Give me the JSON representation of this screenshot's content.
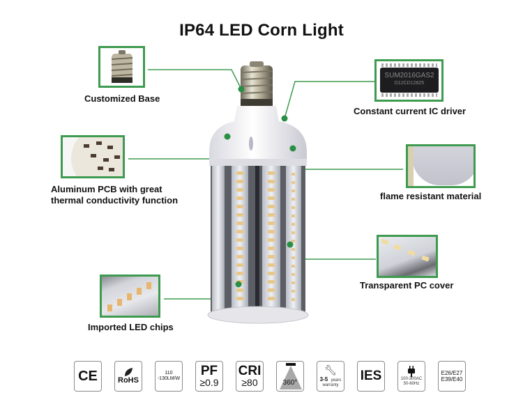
{
  "title": "IP64 LED Corn Light",
  "accent_color": "#3d9a4f",
  "callouts": [
    {
      "label": "Customized Base",
      "image": "lamp-base-thumbnail"
    },
    {
      "label": "Constant current IC driver",
      "image": "ic-chip-thumbnail",
      "chip_text": [
        "SUM2016GAS2",
        "D12CD12825"
      ]
    },
    {
      "label_line1": "Aluminum PCB with great",
      "label_line2": "thermal conductivity function",
      "image": "pcb-thumbnail"
    },
    {
      "label": "flame resistant material",
      "image": "housing-thumbnail"
    },
    {
      "label": "Transparent PC cover",
      "image": "pc-cover-thumbnail"
    },
    {
      "label": "Imported LED chips",
      "image": "led-chips-thumbnail"
    }
  ],
  "badges": [
    {
      "icon": "ce-mark-icon",
      "text": "CE"
    },
    {
      "icon": "rohs-leaf-icon",
      "text": "RoHS"
    },
    {
      "icon": "efficacy-icon",
      "line1": "110",
      "line2": "-130LM/W"
    },
    {
      "icon": "power-factor-icon",
      "line1": "PF",
      "line2": "≥0.9"
    },
    {
      "icon": "cri-icon",
      "line1": "CRI",
      "line2": "≥80"
    },
    {
      "icon": "beam-angle-icon",
      "text": "360°"
    },
    {
      "icon": "wrench-icon",
      "line1": "3-5",
      "line2": "years",
      "line3": "warranty"
    },
    {
      "icon": "ies-icon",
      "text": "IES"
    },
    {
      "icon": "plug-icon",
      "line1": "100-300AC",
      "line2": "50-60Hz"
    },
    {
      "icon": "base-types-icon",
      "line1": "E26/E27",
      "line2": "E39/E40"
    }
  ]
}
